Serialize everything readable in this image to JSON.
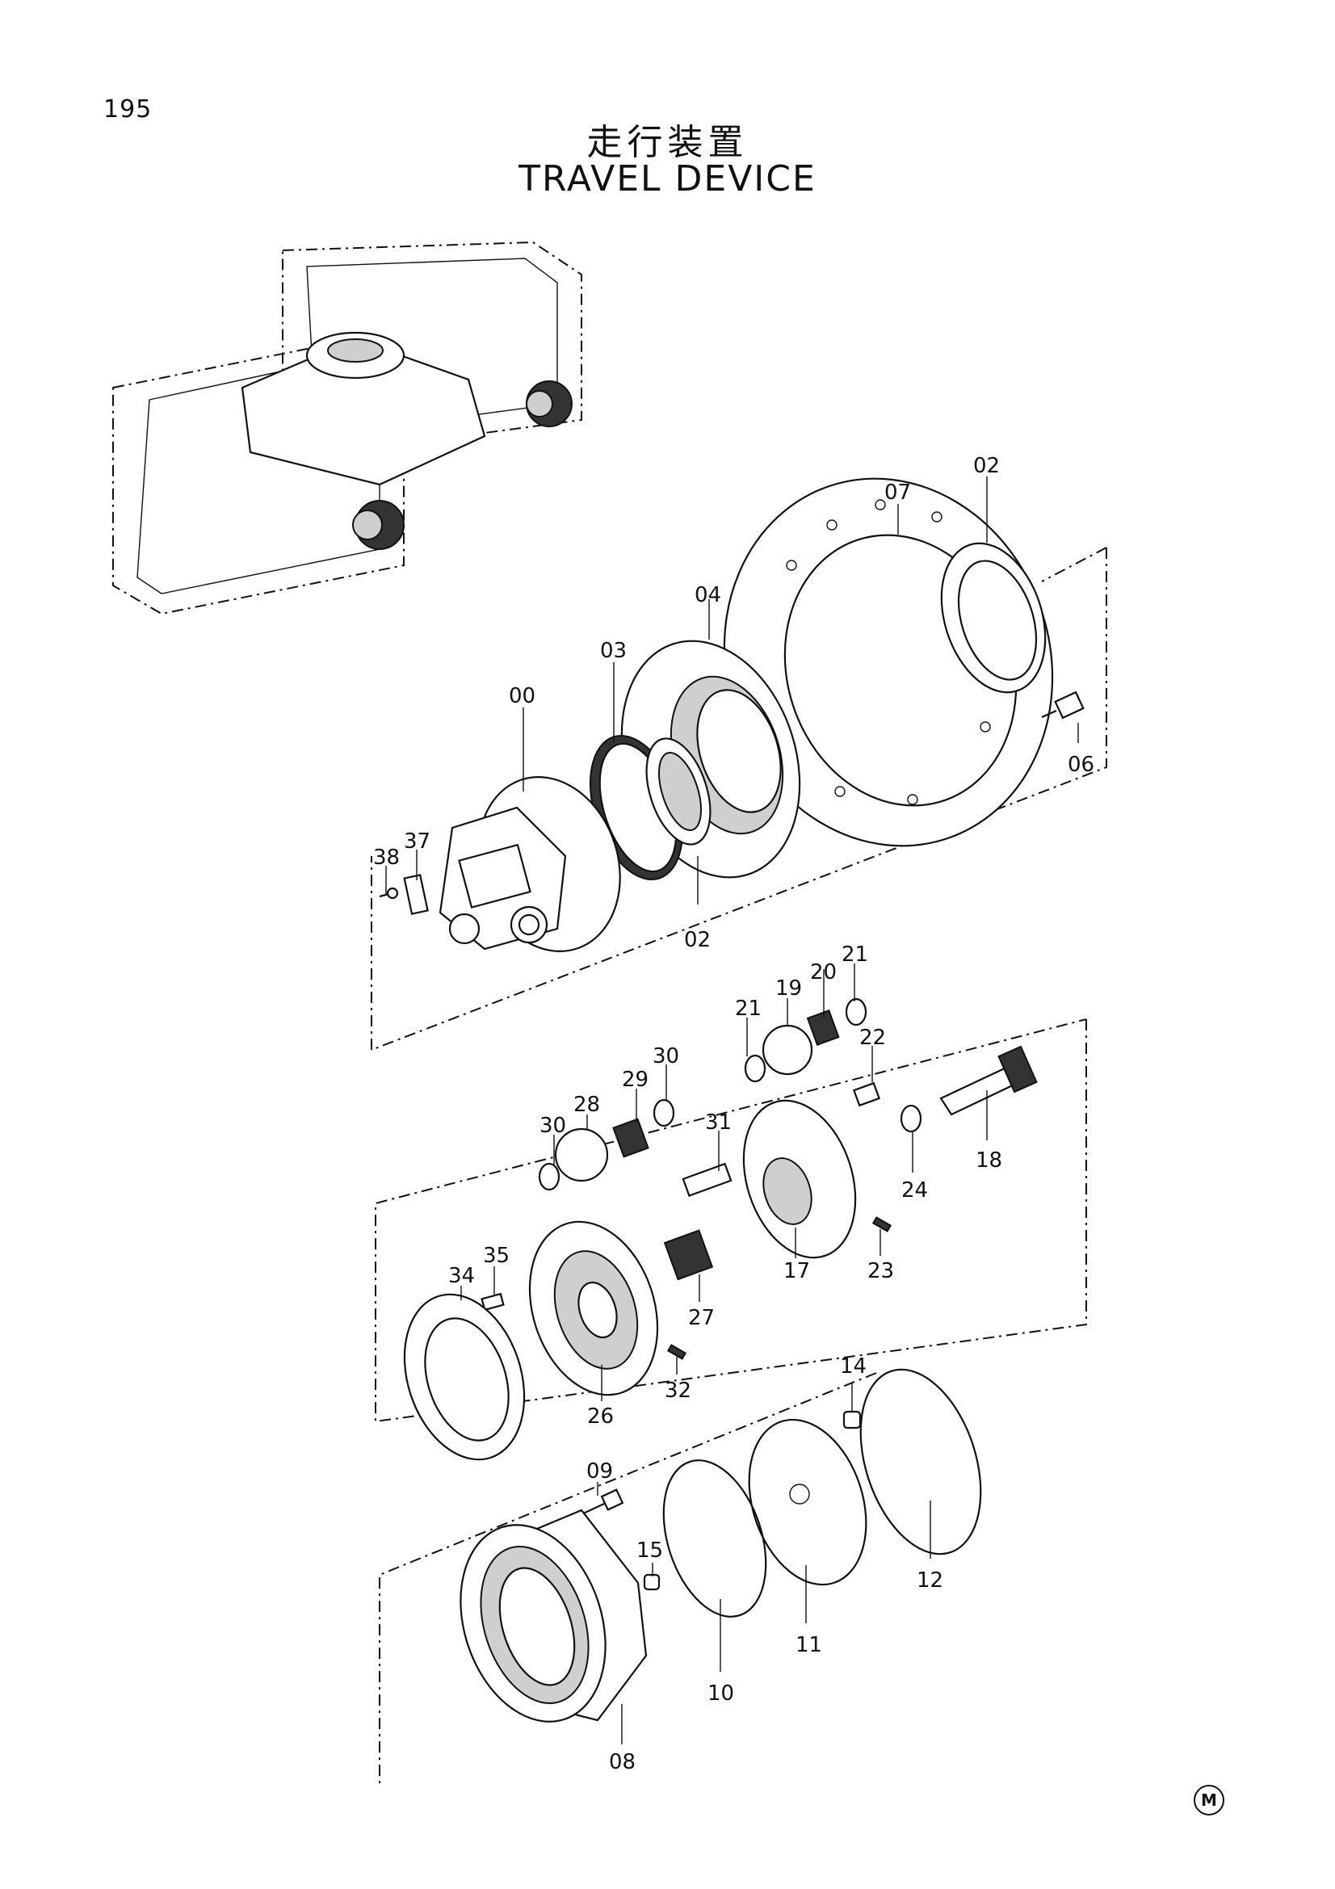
{
  "header": {
    "page_number": "195",
    "title_jp": "走行装置",
    "title_en": "TRAVEL DEVICE"
  },
  "callouts": [
    "00",
    "02",
    "02",
    "03",
    "04",
    "06",
    "07",
    "08",
    "09",
    "10",
    "11",
    "12",
    "14",
    "15",
    "17",
    "18",
    "19",
    "20",
    "21",
    "21",
    "22",
    "23",
    "24",
    "26",
    "27",
    "28",
    "29",
    "30",
    "30",
    "31",
    "32",
    "34",
    "35",
    "37",
    "38"
  ],
  "footer": {
    "mark": "M"
  }
}
